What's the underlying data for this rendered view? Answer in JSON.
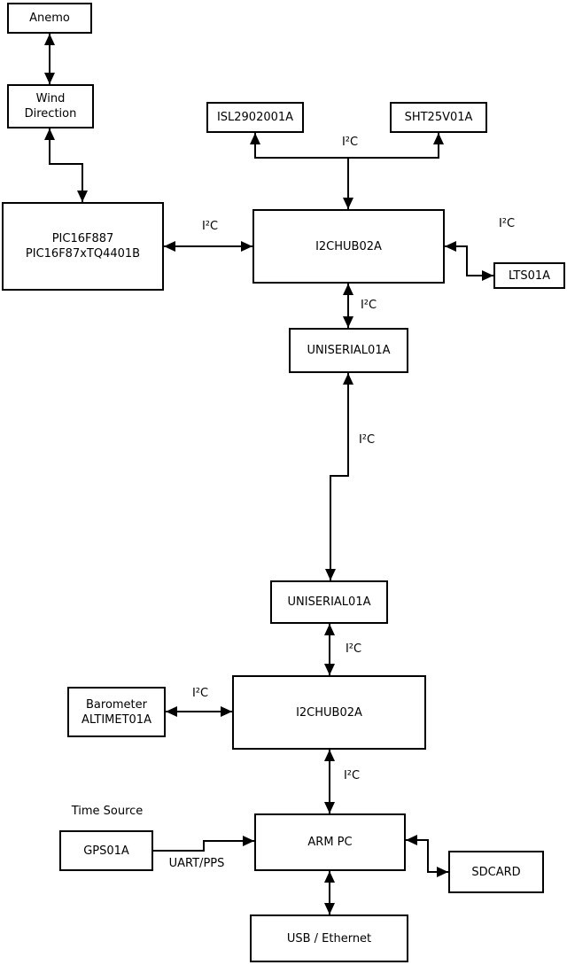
{
  "diagram": {
    "nodes": {
      "anemo": {
        "label": "Anemo"
      },
      "wind_direction": {
        "lines": [
          "Wind",
          "Direction"
        ]
      },
      "pic": {
        "lines": [
          "PIC16F887",
          "PIC16F87xTQ4401B"
        ]
      },
      "isl": {
        "label": "ISL2902001A"
      },
      "sht": {
        "label": "SHT25V01A"
      },
      "i2chub_top": {
        "label": "I2CHUB02A"
      },
      "lts": {
        "label": "LTS01A"
      },
      "uniserial_top": {
        "label": "UNISERIAL01A"
      },
      "uniserial_bottom": {
        "label": "UNISERIAL01A"
      },
      "barometer": {
        "lines": [
          "Barometer",
          "ALTIMET01A"
        ]
      },
      "i2chub_bottom": {
        "label": "I2CHUB02A"
      },
      "gps": {
        "label": "GPS01A"
      },
      "arm_pc": {
        "label": "ARM PC"
      },
      "sdcard": {
        "label": "SDCARD"
      },
      "usb_ethernet": {
        "label": "USB / Ethernet"
      }
    },
    "edge_labels": {
      "i2c": "I²C",
      "uart_pps": "UART/PPS",
      "time_source": "Time Source"
    },
    "connections": [
      {
        "from": "Anemo",
        "to": "Wind Direction",
        "label": "",
        "direction": "bidirectional"
      },
      {
        "from": "Wind Direction",
        "to": "PIC16F887",
        "label": "",
        "direction": "bidirectional"
      },
      {
        "from": "PIC16F887",
        "to": "I2CHUB02A (top)",
        "label": "I²C",
        "direction": "bidirectional"
      },
      {
        "from": "I2CHUB02A (top)",
        "to": "ISL2902001A",
        "label": "I²C",
        "direction": "to"
      },
      {
        "from": "I2CHUB02A (top)",
        "to": "SHT25V01A",
        "label": "I²C",
        "direction": "to"
      },
      {
        "from": "I2CHUB02A (top)",
        "to": "LTS01A",
        "label": "I²C",
        "direction": "bidirectional"
      },
      {
        "from": "I2CHUB02A (top)",
        "to": "UNISERIAL01A (top)",
        "label": "I²C",
        "direction": "bidirectional"
      },
      {
        "from": "UNISERIAL01A (top)",
        "to": "UNISERIAL01A (bottom)",
        "label": "I²C",
        "direction": "bidirectional"
      },
      {
        "from": "UNISERIAL01A (bottom)",
        "to": "I2CHUB02A (bottom)",
        "label": "I²C",
        "direction": "bidirectional"
      },
      {
        "from": "Barometer ALTIMET01A",
        "to": "I2CHUB02A (bottom)",
        "label": "I²C",
        "direction": "bidirectional"
      },
      {
        "from": "I2CHUB02A (bottom)",
        "to": "ARM PC",
        "label": "I²C",
        "direction": "bidirectional"
      },
      {
        "from": "GPS01A",
        "to": "ARM PC",
        "label": "UART/PPS",
        "direction": "to"
      },
      {
        "from": "ARM PC",
        "to": "SDCARD",
        "label": "",
        "direction": "bidirectional"
      },
      {
        "from": "ARM PC",
        "to": "USB / Ethernet",
        "label": "",
        "direction": "bidirectional"
      }
    ],
    "colors": {
      "line": "#000000",
      "box_border": "#000000",
      "box_fill": "#ffffff",
      "background": "#ffffff"
    }
  }
}
